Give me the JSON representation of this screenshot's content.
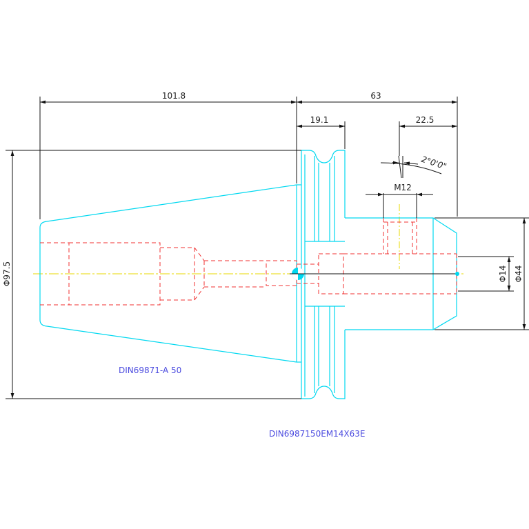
{
  "colors": {
    "outline": "#00d8f0",
    "hidden": "#f03030",
    "centerline": "#f0e000",
    "dimension": "#111111",
    "label": "#4a4adf",
    "background": "#ffffff"
  },
  "dimensions": {
    "overall_taper_length": "101.8",
    "tool_length": "63",
    "flange_width": "19.1",
    "nose_length": "22.5",
    "taper_angle": "2°0'0\"",
    "thread": "M12",
    "taper_diameter": "Φ97.5",
    "bore_diameter": "Φ14",
    "nose_diameter": "Φ44"
  },
  "labels": {
    "taper_standard": "DIN69871-A 50",
    "part_number": "DIN6987150EM14X63E"
  }
}
